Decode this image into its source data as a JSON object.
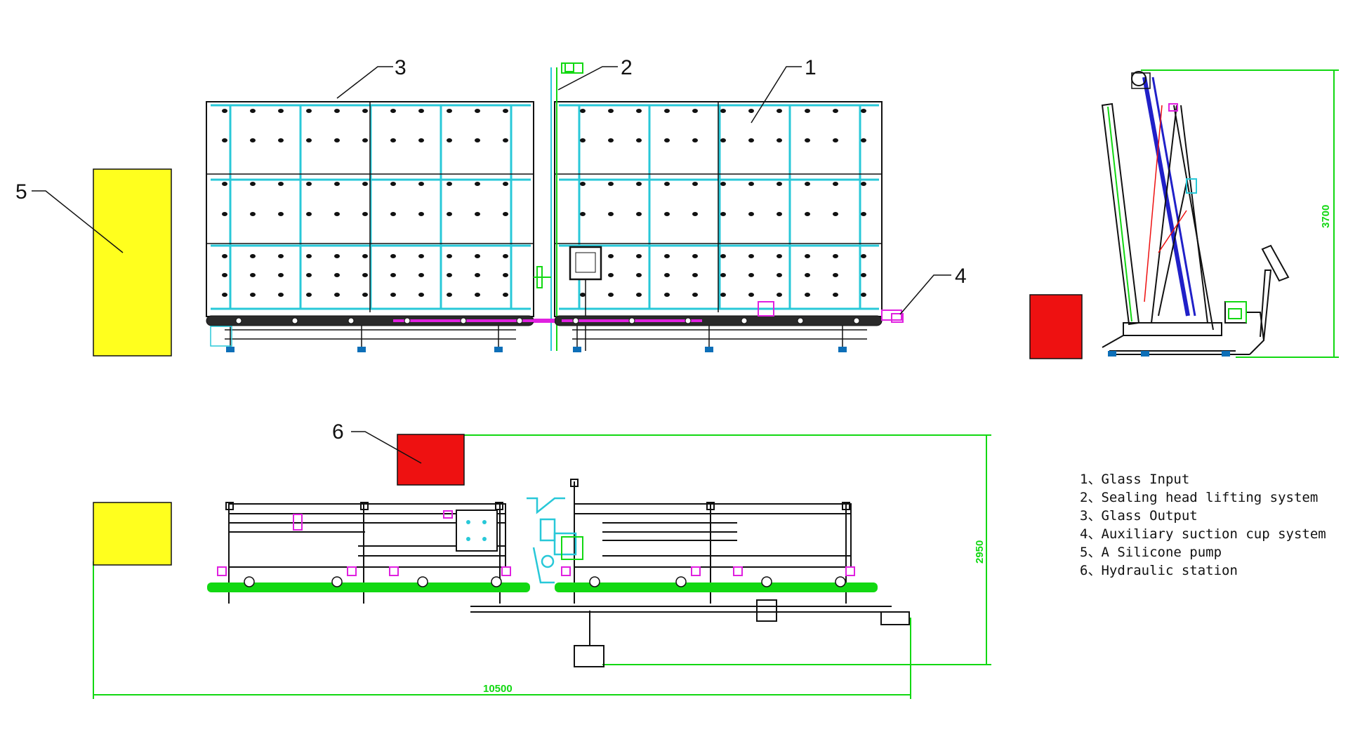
{
  "colors": {
    "frame": "#1a1a1a",
    "glass_grid": "#28c8d8",
    "dimension": "#12d812",
    "conveyor_magenta": "#e020e0",
    "hydraulic_arm": "#2020c8",
    "silicone_pump": "#ffff1e",
    "hydraulic_station": "#ee1111"
  },
  "callouts": {
    "c1": "1",
    "c2": "2",
    "c3": "3",
    "c4": "4",
    "c5": "5",
    "c6": "6"
  },
  "dimensions": {
    "height": "3700",
    "depth": "2950",
    "length": "10500"
  },
  "legend": [
    {
      "text": "1、Glass Input"
    },
    {
      "text": "2、Sealing head lifting system"
    },
    {
      "text": "3、Glass Output"
    },
    {
      "text": "4、Auxiliary suction cup system"
    },
    {
      "text": "5、A Silicone pump"
    },
    {
      "text": "6、Hydraulic station"
    }
  ]
}
